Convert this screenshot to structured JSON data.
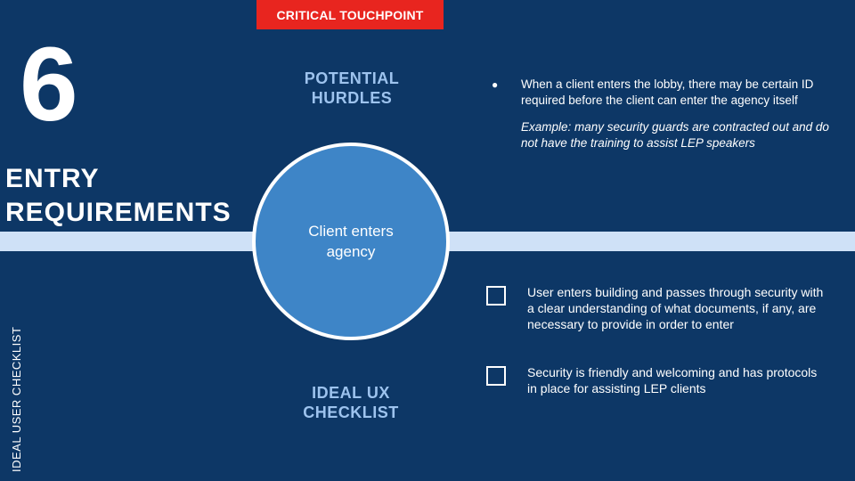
{
  "badge": {
    "label": "CRITICAL TOUCHPOINT"
  },
  "step_number": "6",
  "section_title": "ENTRY\nREQUIREMENTS",
  "side_label": "IDEAL USER CHECKLIST",
  "circle": {
    "label": "Client enters agency"
  },
  "hurdles": {
    "heading": "POTENTIAL HURDLES",
    "bullet": "When a client enters the lobby, there may be certain ID required before the client can enter the agency itself",
    "example": "Example: many security guards are contracted out and do not have the training to assist LEP speakers"
  },
  "ux_checklist": {
    "heading": "IDEAL UX CHECKLIST",
    "items": [
      {
        "label": "User enters building and passes through security with a clear understanding of what documents, if any, are necessary to provide in order to enter"
      },
      {
        "label": "Security is friendly and welcoming and has protocols in place for assisting LEP clients"
      }
    ]
  },
  "colors": {
    "background": "#0d3766",
    "band": "#cfe1f7",
    "badge": "#e8251f",
    "circle": "#3e85c7",
    "heading_light": "#9dc3ee"
  }
}
